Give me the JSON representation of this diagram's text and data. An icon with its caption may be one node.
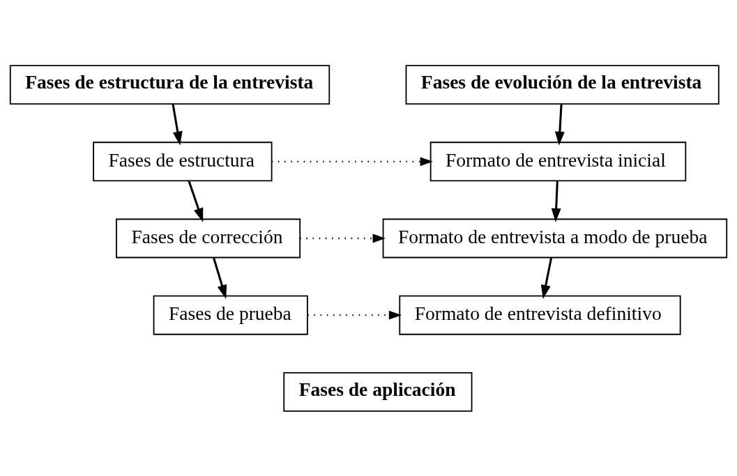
{
  "diagram": {
    "nodes": [
      {
        "text": [
          "Fases de estructura de la entrevista"
        ]
      },
      {
        "text": [
          "Fases de evolución de la entrevista"
        ]
      },
      {
        "text": [
          "Fases de estructura"
        ]
      },
      {
        "text": [
          "Formato de entrevista inicial"
        ]
      },
      {
        "text": [
          "Fases de corrección"
        ]
      },
      {
        "text": [
          "Formato de entrevista a modo de prueba"
        ]
      },
      {
        "text": [
          "Fases de prueba"
        ]
      },
      {
        "text": [
          "Formato de entrevista definitivo"
        ]
      },
      {
        "text": [
          "Fases de aplicación"
        ]
      }
    ],
    "edges": [
      {
        "from": 0,
        "to": 2,
        "arrow": "to"
      },
      {
        "from": 2,
        "to": 4,
        "arrow": "to"
      },
      {
        "from": 4,
        "to": 6,
        "arrow": "to"
      },
      {
        "from": 1,
        "to": 3,
        "arrow": "to"
      },
      {
        "from": 3,
        "to": 5,
        "arrow": "to"
      },
      {
        "from": 5,
        "to": 7,
        "arrow": "to"
      },
      {
        "from": 2,
        "to": 3,
        "arrow": "to",
        "style": "dashed"
      },
      {
        "from": 4,
        "to": 5,
        "arrow": "to",
        "style": "dashed"
      },
      {
        "from": 6,
        "to": 7,
        "arrow": "to",
        "style": "dashed"
      }
    ]
  }
}
